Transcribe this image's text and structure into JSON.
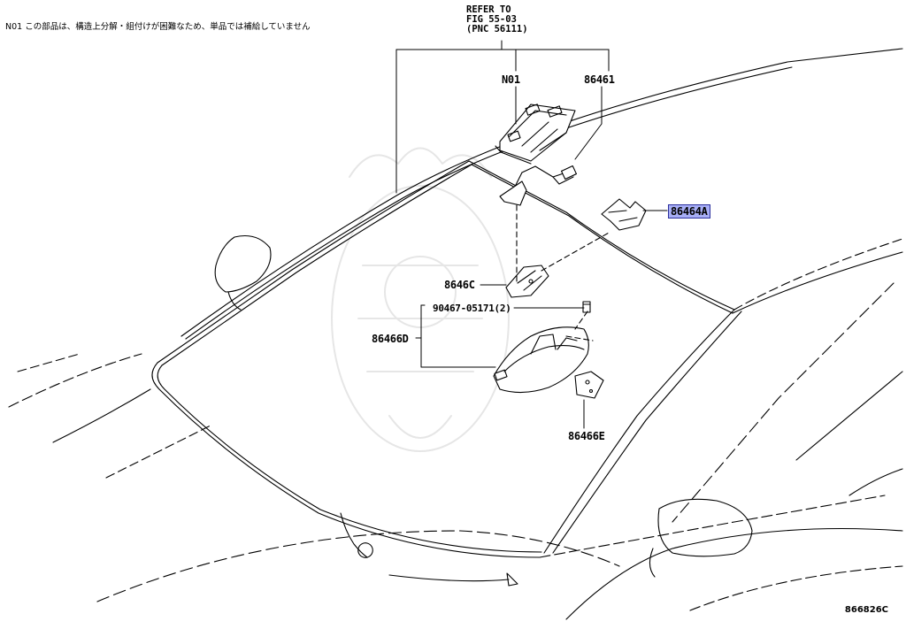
{
  "note": "N01 この部品は、構造上分解・組付けが困難なため、単品では補給していません",
  "reference": {
    "line1": "REFER TO",
    "line2": "FIG 55-03",
    "line3": "(PNC 56111)"
  },
  "parts": {
    "n01": "N01",
    "p86461": "86461",
    "p86464a": "86464A",
    "p8646c": "8646C",
    "p90467": "90467-05171(2)",
    "p86466d": "86466D",
    "p86466e": "86466E"
  },
  "highlight_color": "#a7aef5",
  "diagram_id": "866826C"
}
